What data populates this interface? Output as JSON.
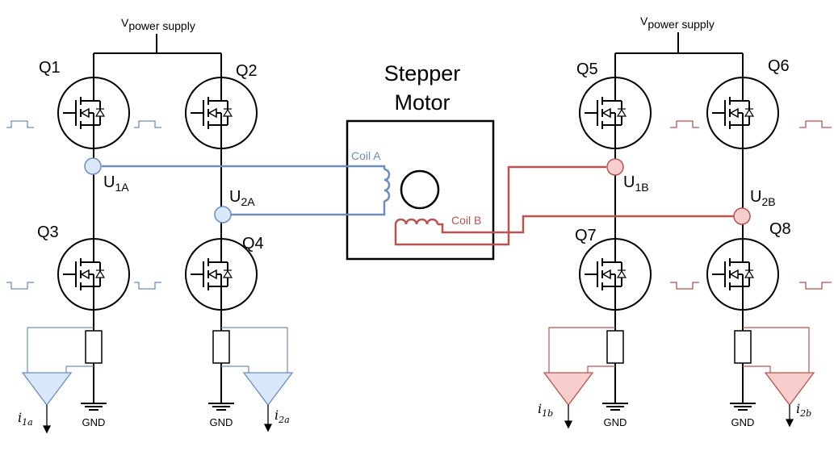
{
  "supply": {
    "left": {
      "main": "V",
      "sub": "power supply"
    },
    "right": {
      "main": "V",
      "sub": "power supply"
    }
  },
  "transistors": [
    "Q1",
    "Q2",
    "Q3",
    "Q4",
    "Q5",
    "Q6",
    "Q7",
    "Q8"
  ],
  "motor": {
    "line1": "Stepper",
    "line2": "Motor"
  },
  "coils": {
    "a": "Coil A",
    "b": "Coil B"
  },
  "nodes": {
    "u1a": {
      "main": "U",
      "sub": "1A"
    },
    "u2a": {
      "main": "U",
      "sub": "2A"
    },
    "u1b": {
      "main": "U",
      "sub": "1B"
    },
    "u2b": {
      "main": "U",
      "sub": "2B"
    }
  },
  "currents": {
    "i1a": {
      "main": "i",
      "sub": "1a"
    },
    "i2a": {
      "main": "i",
      "sub": "2a"
    },
    "i1b": {
      "main": "i",
      "sub": "1b"
    },
    "i2b": {
      "main": "i",
      "sub": "2b"
    }
  },
  "ground": "GND",
  "colors": {
    "coilA": "#6c8ebf",
    "coilA_fill": "#dae8fc",
    "coilB": "#b85450",
    "coilB_fill": "#f8cecc",
    "wire": "#000000"
  }
}
